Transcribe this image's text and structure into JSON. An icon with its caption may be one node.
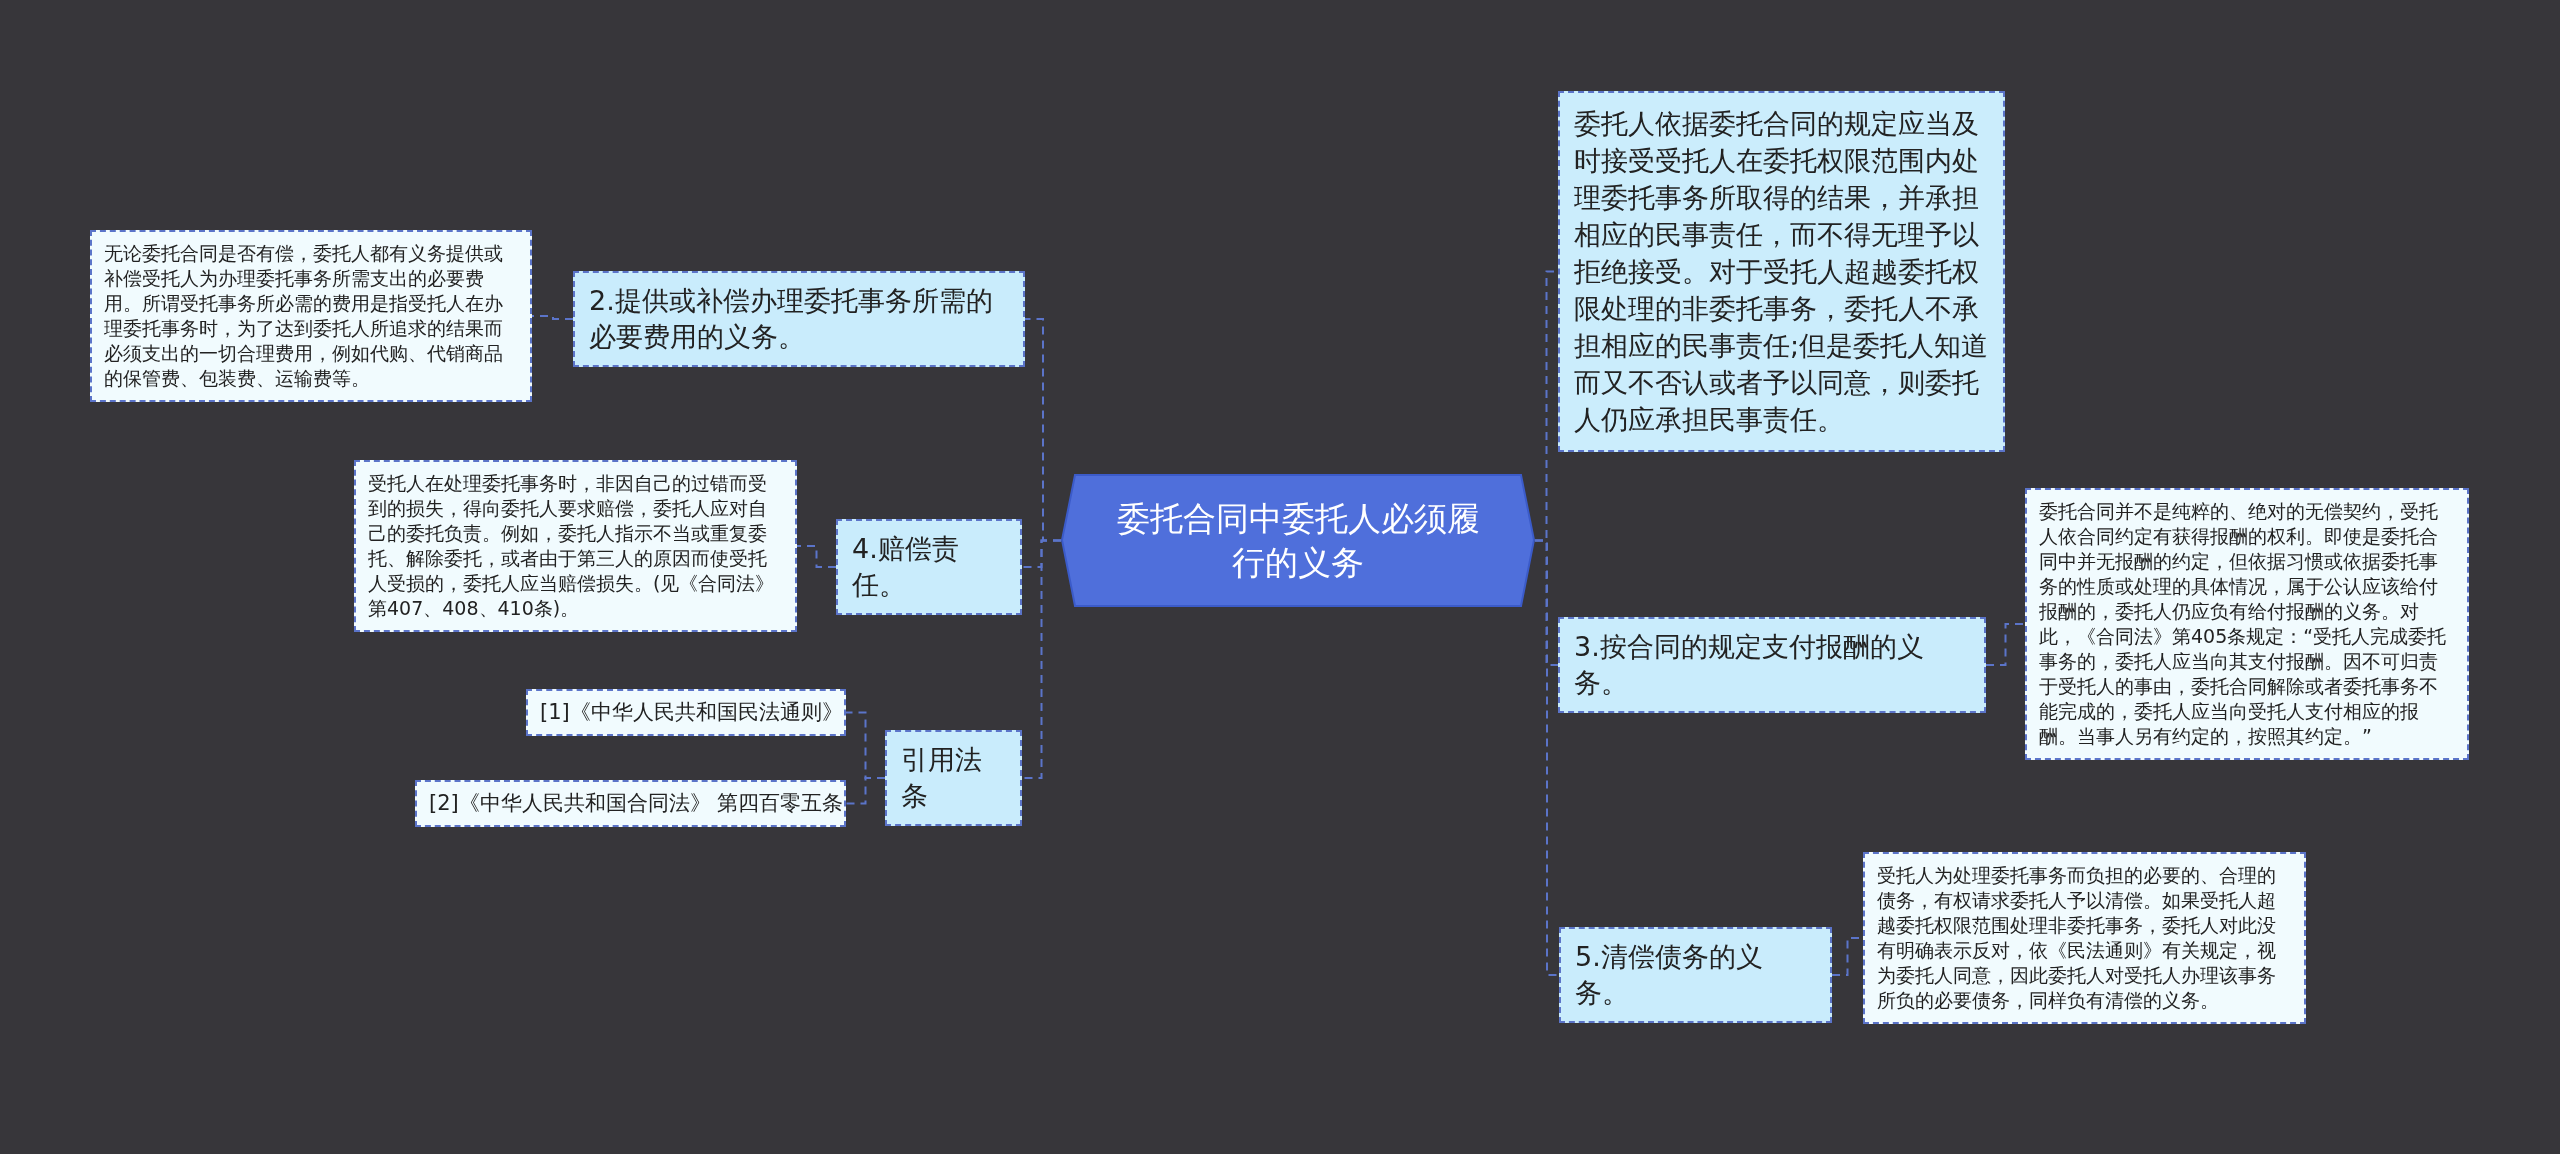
{
  "diagram": {
    "nodes": [
      {
        "text": [
          "委托合同中委托人必须履行的义务"
        ]
      },
      {
        "text": [
          "2.提供或补偿办理委托事务所需的必要费用的义务。"
        ]
      },
      {
        "text": [
          "无论委托合同是否有偿，委托人都有义务提供或补偿受托人为办理委托事务所需支出的必要费用。所谓受托事务所必需的费用是指受托人在办理委托事务时，为了达到委托人所追求的结果而必须支出的一切合理费用，例如代购、代销商品的保管费、包装费、运输费等。"
        ]
      },
      {
        "text": [
          "4.赔偿责任。"
        ]
      },
      {
        "text": [
          "受托人在处理委托事务时，非因自己的过错而受到的损失，得向委托人要求赔偿，委托人应对自己的委托负责。例如，委托人指示不当或重复委托、解除委托，或者由于第三人的原因而使受托人受损的，委托人应当赔偿损失。(见《合同法》第407、408、410条)。"
        ]
      },
      {
        "text": [
          "引用法条"
        ]
      },
      {
        "text": [
          "[1]《中华人民共和国民法通则》"
        ]
      },
      {
        "text": [
          "[2]《中华人民共和国合同法》 第四百零五条"
        ]
      },
      {
        "text": [
          "委托人依据委托合同的规定应当及时接受受托人在委托权限范围内处理委托事务所取得的结果，并承担相应的民事责任，而不得无理予以拒绝接受。对于受托人超越委托权限处理的非委托事务，委托人不承担相应的民事责任;但是委托人知道而又不否认或者予以同意，则委托人仍应承担民事责任。"
        ]
      },
      {
        "text": [
          "3.按合同的规定支付报酬的义务。"
        ]
      },
      {
        "text": [
          "委托合同并不是纯粹的、绝对的无偿契约，受托人依合同约定有获得报酬的权利。即使是委托合同中并无报酬的约定，但依据习惯或依据委托事务的性质或处理的具体情况，属于公认应该给付报酬的，委托人仍应负有给付报酬的义务。对此，《合同法》第405条规定：“受托人完成委托事务的，委托人应当向其支付报酬。因不可归责于受托人的事由，委托合同解除或者委托事务不能完成的，委托人应当向受托人支付相应的报酬。当事人另有约定的，按照其约定。”"
        ]
      },
      {
        "text": [
          "5.清偿债务的义务。"
        ]
      },
      {
        "text": [
          "受托人为处理委托事务而负担的必要的、合理的债务，有权请求委托人予以清偿。如果受托人超越委托权限范围处理非委托事务，委托人对此没有明确表示反对，依《民法通则》有关规定，视为委托人同意，因此委托人对受托人办理该事务所负的必要债务，同样负有清偿的义务。"
        ]
      }
    ],
    "edges": [
      {
        "from": 0,
        "to": 1,
        "arrow": "none"
      },
      {
        "from": 1,
        "to": 2,
        "arrow": "none"
      },
      {
        "from": 0,
        "to": 3,
        "arrow": "none"
      },
      {
        "from": 3,
        "to": 4,
        "arrow": "none"
      },
      {
        "from": 0,
        "to": 5,
        "arrow": "none"
      },
      {
        "from": 5,
        "to": 6,
        "arrow": "none"
      },
      {
        "from": 5,
        "to": 7,
        "arrow": "none"
      },
      {
        "from": 0,
        "to": 8,
        "arrow": "none"
      },
      {
        "from": 0,
        "to": 9,
        "arrow": "none"
      },
      {
        "from": 9,
        "to": 10,
        "arrow": "none"
      },
      {
        "from": 0,
        "to": 11,
        "arrow": "none"
      },
      {
        "from": 11,
        "to": 12,
        "arrow": "none"
      }
    ]
  }
}
